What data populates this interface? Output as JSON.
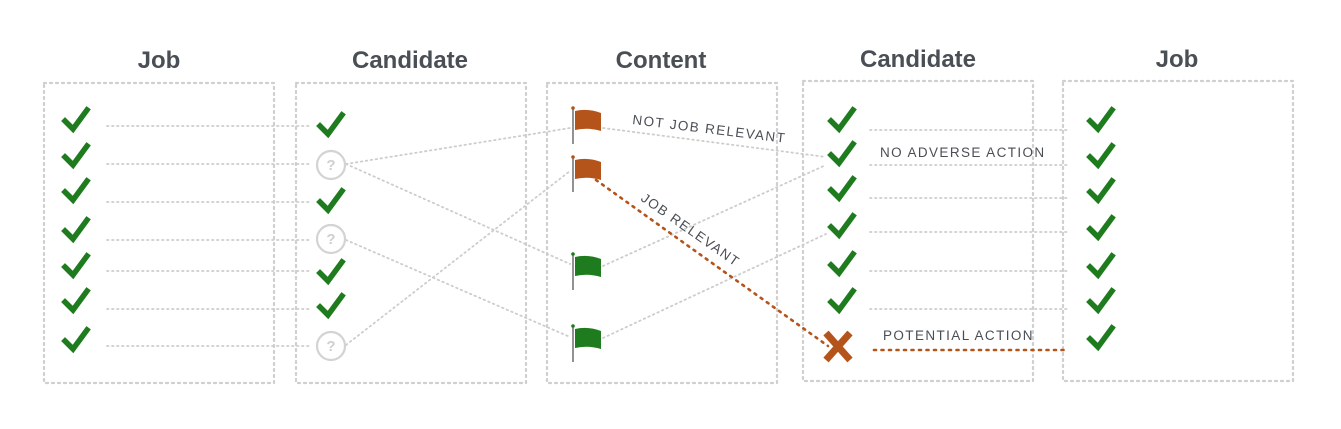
{
  "columns": {
    "job_left": {
      "title": "Job"
    },
    "candidate_left": {
      "title": "Candidate"
    },
    "content": {
      "title": "Content"
    },
    "candidate_right": {
      "title": "Candidate"
    },
    "job_right": {
      "title": "Job"
    }
  },
  "labels": {
    "not_job_relevant": "NOT JOB RELEVANT",
    "job_relevant": "JOB RELEVANT",
    "no_adverse_action": "NO ADVERSE ACTION",
    "potential_action": "POTENTIAL ACTION"
  },
  "candidate_left_items": [
    "check",
    "question",
    "check",
    "question",
    "check",
    "check",
    "question"
  ],
  "content_flags": [
    "not-relevant",
    "relevant",
    "safe",
    "safe"
  ],
  "candidate_right_items": [
    "check",
    "check",
    "check",
    "check",
    "check",
    "check",
    "cross"
  ],
  "colors": {
    "check": "#1e7b1e",
    "flag_warning": "#b4541a",
    "flag_ok": "#1e7b1e",
    "question": "#cfcfcf",
    "text": "#4a4f55"
  }
}
